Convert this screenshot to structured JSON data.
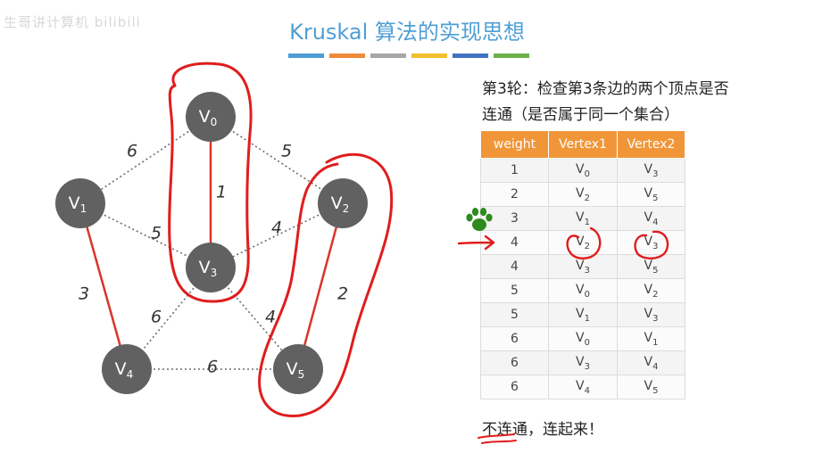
{
  "watermark": "生哥讲计算机 bilibili",
  "title": "Kruskal 算法的实现思想",
  "color_bar": [
    "#4d9cd6",
    "#ee8a39",
    "#a6a6a6",
    "#f1c02b",
    "#4273c2",
    "#6fb04a"
  ],
  "graph": {
    "vertices": [
      {
        "id": "V0",
        "label": "V",
        "sub": "0"
      },
      {
        "id": "V1",
        "label": "V",
        "sub": "1"
      },
      {
        "id": "V2",
        "label": "V",
        "sub": "2"
      },
      {
        "id": "V3",
        "label": "V",
        "sub": "3"
      },
      {
        "id": "V4",
        "label": "V",
        "sub": "4"
      },
      {
        "id": "V5",
        "label": "V",
        "sub": "5"
      }
    ],
    "edges": [
      {
        "from": "V0",
        "to": "V1",
        "weight": "6",
        "selected": false
      },
      {
        "from": "V0",
        "to": "V2",
        "weight": "5",
        "selected": false
      },
      {
        "from": "V0",
        "to": "V3",
        "weight": "1",
        "selected": true
      },
      {
        "from": "V1",
        "to": "V3",
        "weight": "5",
        "selected": false
      },
      {
        "from": "V1",
        "to": "V4",
        "weight": "3",
        "selected": true
      },
      {
        "from": "V2",
        "to": "V3",
        "weight": "4",
        "selected": false
      },
      {
        "from": "V2",
        "to": "V5",
        "weight": "2",
        "selected": true
      },
      {
        "from": "V3",
        "to": "V4",
        "weight": "6",
        "selected": false
      },
      {
        "from": "V3",
        "to": "V5",
        "weight": "4",
        "selected": false
      },
      {
        "from": "V4",
        "to": "V5",
        "weight": "6",
        "selected": false
      }
    ]
  },
  "question": {
    "line1": "第3轮：检查第3条边的两个顶点是否",
    "line2": "连通（是否属于同一个集合）"
  },
  "table": {
    "headers": [
      "weight",
      "Vertex1",
      "Vertex2"
    ],
    "rows": [
      [
        "1",
        "V0",
        "V3"
      ],
      [
        "2",
        "V2",
        "V5"
      ],
      [
        "3",
        "V1",
        "V4"
      ],
      [
        "4",
        "V2",
        "V3"
      ],
      [
        "4",
        "V3",
        "V5"
      ],
      [
        "5",
        "V0",
        "V2"
      ],
      [
        "5",
        "V1",
        "V3"
      ],
      [
        "6",
        "V0",
        "V1"
      ],
      [
        "6",
        "V3",
        "V4"
      ],
      [
        "6",
        "V4",
        "V5"
      ]
    ],
    "current_row": 3
  },
  "conclusion": "不连通，连起来！",
  "colors": {
    "vertex_fill": "#616161",
    "selected_edge": "#d9352a",
    "annotation": "#e01d1d",
    "header": "#f19638",
    "paw": "#2e8b1e"
  }
}
